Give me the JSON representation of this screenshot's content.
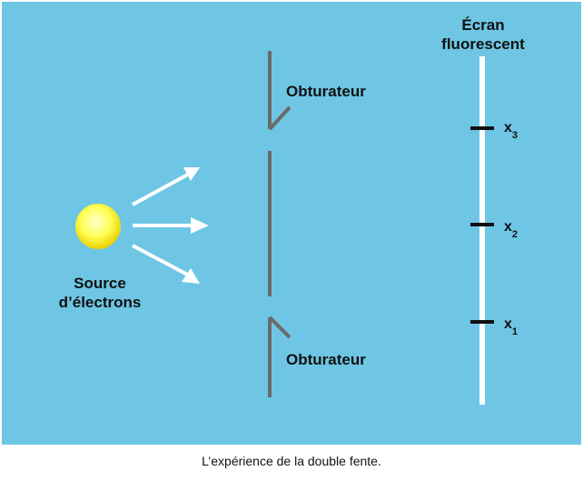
{
  "source": {
    "line1": "Source",
    "line2": "d’électrons"
  },
  "screen": {
    "line1": "Écran",
    "line2": "fluorescent",
    "markers": [
      {
        "name": "x",
        "sub": "3"
      },
      {
        "name": "x",
        "sub": "2"
      },
      {
        "name": "x",
        "sub": "1"
      }
    ]
  },
  "shutters": {
    "top": "Obturateur",
    "bottom": "Obturateur"
  },
  "caption": "L’expérience de la double fente.",
  "colors": {
    "background": "#6ec6e4",
    "barrier": "#6a6a6a",
    "screen": "#ffffff",
    "marker": "#111111",
    "source_core": "#ffff66",
    "source_edge": "#e8d000",
    "arrow": "#ffffff"
  }
}
